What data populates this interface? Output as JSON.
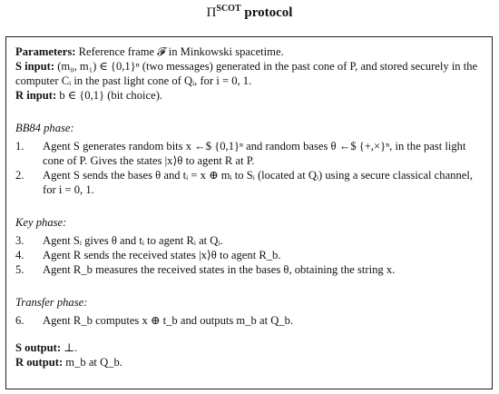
{
  "title": {
    "symbol": "Π",
    "superscript": "SCOT",
    "word": "protocol"
  },
  "parameters": {
    "label": "Parameters:",
    "text": "Reference frame 𝓕 in Minkowski spacetime."
  },
  "s_input": {
    "label": "S input:",
    "text": "(m₀, m₁) ∈ {0,1}ⁿ (two messages) generated in the past cone of P, and stored securely in the computer Cᵢ in the past light cone of Qᵢ, for i = 0, 1."
  },
  "r_input": {
    "label": "R input:",
    "text": "b ∈ {0,1} (bit choice)."
  },
  "phases": [
    {
      "heading": "BB84 phase:",
      "steps": [
        {
          "num": "1.",
          "text": "Agent S generates random bits x ←$ {0,1}ⁿ and random bases θ ←$ {+,×}ⁿ, in the past light cone of P. Gives the states |x⟩θ to agent R at P."
        },
        {
          "num": "2.",
          "text": "Agent S sends the bases θ and tᵢ = x ⊕ mᵢ to Sᵢ (located at Qᵢ) using a secure classical channel, for i = 0, 1."
        }
      ]
    },
    {
      "heading": "Key phase:",
      "steps": [
        {
          "num": "3.",
          "text": "Agent Sᵢ gives θ and tᵢ to agent Rᵢ at Qᵢ."
        },
        {
          "num": "4.",
          "text": "Agent R sends the received states |x⟩θ to agent R_b."
        },
        {
          "num": "5.",
          "text": "Agent R_b measures the received states in the bases θ, obtaining the string x."
        }
      ]
    },
    {
      "heading": "Transfer phase:",
      "steps": [
        {
          "num": "6.",
          "text": "Agent R_b computes x ⊕ t_b and outputs m_b at Q_b."
        }
      ]
    }
  ],
  "s_output": {
    "label": "S output:",
    "text": "⊥."
  },
  "r_output": {
    "label": "R output:",
    "text": "m_b at Q_b."
  }
}
